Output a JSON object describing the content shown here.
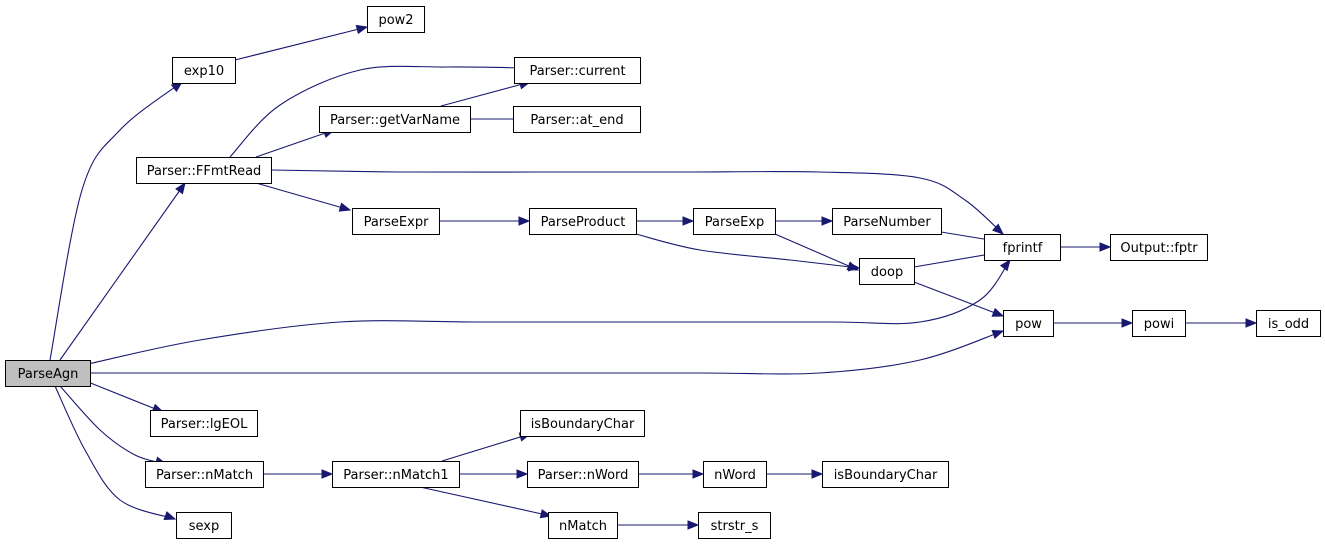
{
  "graph": {
    "root": "ParseAgn",
    "nodes": [
      {
        "id": "ParseAgn",
        "label": "ParseAgn",
        "highlighted": true
      },
      {
        "id": "exp10",
        "label": "exp10"
      },
      {
        "id": "pow2",
        "label": "pow2"
      },
      {
        "id": "FFmtRead",
        "label": "Parser::FFmtRead"
      },
      {
        "id": "current",
        "label": "Parser::current"
      },
      {
        "id": "getVarName",
        "label": "Parser::getVarName"
      },
      {
        "id": "at_end",
        "label": "Parser::at_end"
      },
      {
        "id": "ParseExpr",
        "label": "ParseExpr"
      },
      {
        "id": "ParseProduct",
        "label": "ParseProduct"
      },
      {
        "id": "ParseExp",
        "label": "ParseExp"
      },
      {
        "id": "ParseNumber",
        "label": "ParseNumber"
      },
      {
        "id": "fprintf",
        "label": "fprintf"
      },
      {
        "id": "fptr",
        "label": "Output::fptr"
      },
      {
        "id": "doop",
        "label": "doop"
      },
      {
        "id": "pow",
        "label": "pow"
      },
      {
        "id": "powi",
        "label": "powi"
      },
      {
        "id": "is_odd",
        "label": "is_odd"
      },
      {
        "id": "lgEOL",
        "label": "Parser::lgEOL"
      },
      {
        "id": "isBoundaryChar1",
        "label": "isBoundaryChar"
      },
      {
        "id": "nMatch_p",
        "label": "Parser::nMatch"
      },
      {
        "id": "nMatch1",
        "label": "Parser::nMatch1"
      },
      {
        "id": "nWord_p",
        "label": "Parser::nWord"
      },
      {
        "id": "nWord",
        "label": "nWord"
      },
      {
        "id": "isBoundaryChar2",
        "label": "isBoundaryChar"
      },
      {
        "id": "sexp",
        "label": "sexp"
      },
      {
        "id": "nMatch",
        "label": "nMatch"
      },
      {
        "id": "strstr_s",
        "label": "strstr_s"
      }
    ],
    "edges": [
      {
        "from": "ParseAgn",
        "to": "exp10"
      },
      {
        "from": "ParseAgn",
        "to": "FFmtRead"
      },
      {
        "from": "ParseAgn",
        "to": "fprintf"
      },
      {
        "from": "ParseAgn",
        "to": "pow"
      },
      {
        "from": "ParseAgn",
        "to": "lgEOL"
      },
      {
        "from": "ParseAgn",
        "to": "nMatch_p"
      },
      {
        "from": "ParseAgn",
        "to": "sexp"
      },
      {
        "from": "exp10",
        "to": "pow2"
      },
      {
        "from": "FFmtRead",
        "to": "current"
      },
      {
        "from": "FFmtRead",
        "to": "getVarName"
      },
      {
        "from": "FFmtRead",
        "to": "fprintf"
      },
      {
        "from": "FFmtRead",
        "to": "ParseExpr"
      },
      {
        "from": "getVarName",
        "to": "current"
      },
      {
        "from": "getVarName",
        "to": "at_end"
      },
      {
        "from": "ParseExpr",
        "to": "ParseProduct"
      },
      {
        "from": "ParseProduct",
        "to": "ParseExp"
      },
      {
        "from": "ParseProduct",
        "to": "doop"
      },
      {
        "from": "ParseExp",
        "to": "ParseNumber"
      },
      {
        "from": "ParseExp",
        "to": "doop"
      },
      {
        "from": "ParseNumber",
        "to": "fprintf"
      },
      {
        "from": "doop",
        "to": "fprintf"
      },
      {
        "from": "doop",
        "to": "pow"
      },
      {
        "from": "fprintf",
        "to": "fptr"
      },
      {
        "from": "pow",
        "to": "powi"
      },
      {
        "from": "powi",
        "to": "is_odd"
      },
      {
        "from": "nMatch_p",
        "to": "nMatch1"
      },
      {
        "from": "nMatch1",
        "to": "isBoundaryChar1"
      },
      {
        "from": "nMatch1",
        "to": "nWord_p"
      },
      {
        "from": "nMatch1",
        "to": "nMatch"
      },
      {
        "from": "nWord_p",
        "to": "nWord"
      },
      {
        "from": "nWord",
        "to": "isBoundaryChar2"
      },
      {
        "from": "nMatch",
        "to": "strstr_s"
      }
    ]
  }
}
